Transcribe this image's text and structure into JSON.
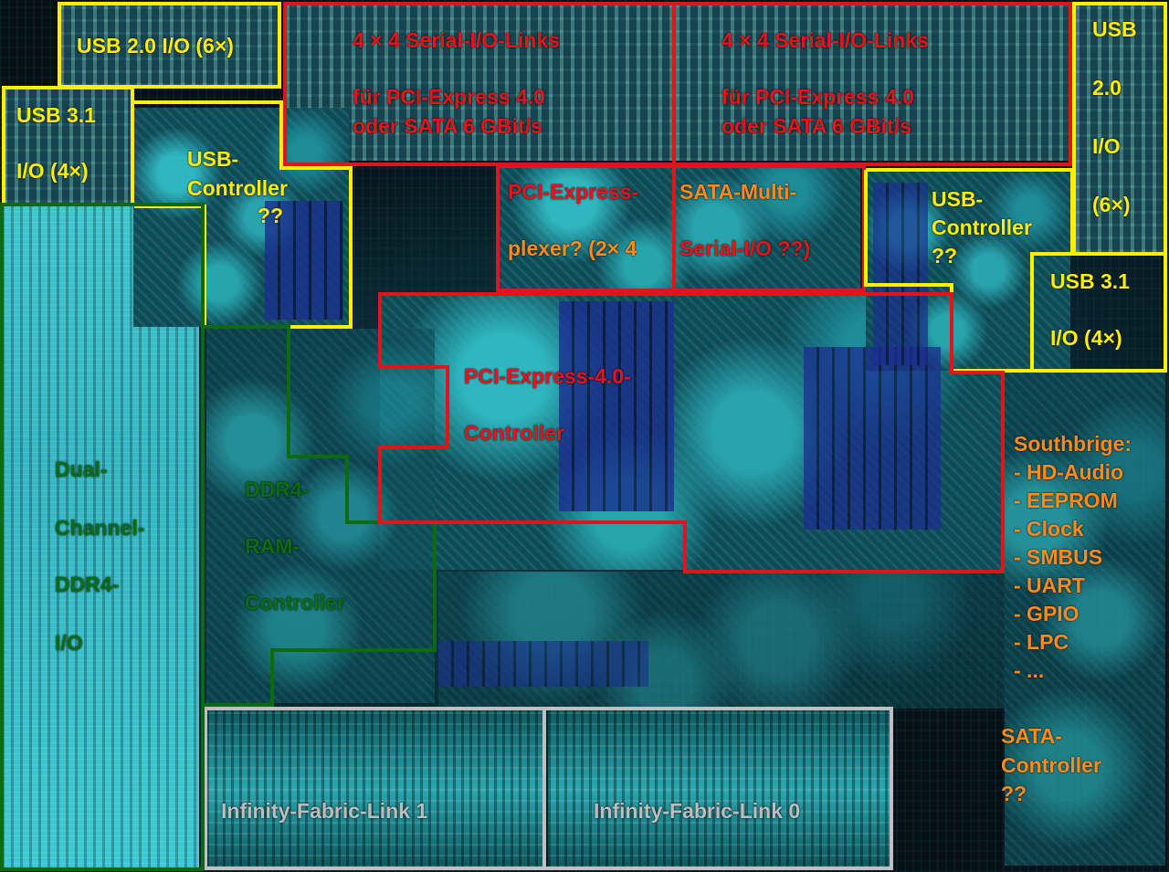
{
  "colors": {
    "usb": "#ffee00",
    "pcie_sata": "#e0141c",
    "ddr4": "#0e6a12",
    "infinity_fabric": "#bfbfbf",
    "southbridge": "#ff8a1c"
  },
  "regions": {
    "usb20_top": {
      "label": "USB 2.0 I/O (6×)"
    },
    "usb31_left": {
      "line1": "USB 3.1",
      "line2": "I/O (4×)"
    },
    "usb_ctrl_left": {
      "line1": "USB-",
      "line2": "Controller",
      "line3": "??"
    },
    "serdes_a": {
      "line1": "4 × 4 Serial-I/O-Links",
      "line2": "für PCI-Express 4.0",
      "line3": "oder SATA 6 GBit/s"
    },
    "serdes_b": {
      "line1": "4 × 4 Serial-I/O-Links",
      "line2": "für PCI-Express 4.0",
      "line3": "oder SATA 6 GBit/s"
    },
    "usb20_right": {
      "line1": "USB",
      "line2": "2.0",
      "line3": "I/O",
      "line4": "(6×)"
    },
    "pcie_mux": {
      "line1": "PCI-Express-",
      "line2": "plexer? (2× 4"
    },
    "sata_mux": {
      "line1": "SATA-Multi-",
      "line2": "Serial-I/O ??)"
    },
    "usb_ctrl_right": {
      "line1": "USB-",
      "line2": "Controller",
      "line3": "??"
    },
    "usb31_right": {
      "line1": "USB 3.1",
      "line2": "I/O (4×)"
    },
    "pcie_ctrl": {
      "line1": "PCI-Express-4.0-",
      "line2": "Controller"
    },
    "ddr4_io": {
      "line1": "Dual-",
      "line2": "Channel-",
      "line3": "DDR4-",
      "line4": "I/O"
    },
    "ddr4_ctrl": {
      "line1": "DDR4-",
      "line2": "RAM-",
      "line3": "Controller"
    },
    "southbridge": {
      "title": "Southbrige:",
      "items": [
        "- HD-Audio",
        "- EEPROM",
        "- Clock",
        "- SMBUS",
        "- UART",
        "- GPIO",
        "- LPC",
        "- ..."
      ]
    },
    "sata_ctrl": {
      "line1": "SATA-",
      "line2": "Controller",
      "line3": "??"
    },
    "if_link1": {
      "label": "Infinity-Fabric-Link 1"
    },
    "if_link0": {
      "label": "Infinity-Fabric-Link 0"
    }
  }
}
